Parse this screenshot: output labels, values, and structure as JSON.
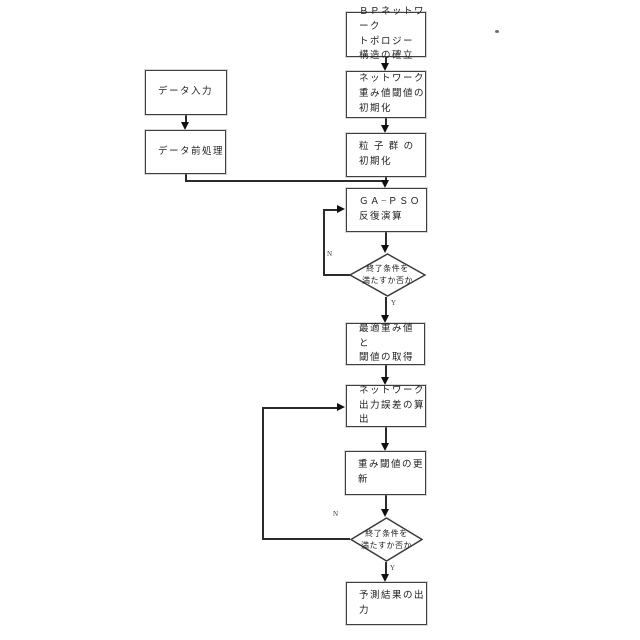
{
  "diagram": {
    "type": "flowchart",
    "nodes": {
      "bp_topology": "ＢＰネットワーク\nトポロジー\n構造の確立",
      "init_weights": "ネットワーク\n重み値閾値の\n初期化",
      "data_input": "データ入力",
      "data_preprocess": "データ前処理",
      "init_particles": "粒 子 群 の\n初期化",
      "ga_pso": "ＧＡ−ＰＳＯ\n反復演算",
      "check1": "終了条件を\n満たすか否か",
      "get_optimal": "最適重み値と\n閾値の取得",
      "output_error": "ネットワーク\n出力誤差の算出",
      "update_weights": "重み閾値の更新",
      "check2": "終了条件を\n満たすか否か",
      "output_result": "予測結果の出力"
    },
    "edge_labels": {
      "check1_no": "N",
      "check1_yes": "Y",
      "check2_no": "N",
      "check2_yes": "Y"
    },
    "colors": {
      "line": "#2b2b2b",
      "box_border": "#3f3f3f",
      "text": "#1f1f1f",
      "background": "#ffffff"
    }
  }
}
